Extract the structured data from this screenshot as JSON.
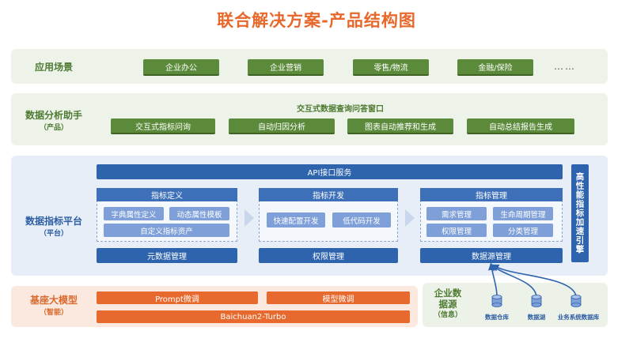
{
  "title": "联合解决方案-产品结构图",
  "scenarios": {
    "label": "应用场景",
    "items": [
      "企业办公",
      "企业营销",
      "零售/物流",
      "金融/保险"
    ],
    "more": "……"
  },
  "assistant": {
    "label": "数据分析助手",
    "sublabel": "（产品）",
    "window_title": "交互式数据查询问答窗口",
    "items": [
      "交互式指标问询",
      "自动归因分析",
      "图表自动推荐和生成",
      "自动总结报告生成"
    ]
  },
  "platform": {
    "label": "数据指标平台",
    "sublabel": "（平台）",
    "api": "API接口服务",
    "side": "高性能指标加速引擎",
    "define": {
      "head": "指标定义",
      "items": [
        "字典属性定义",
        "动态属性模板",
        "自定义指标资产"
      ]
    },
    "develop": {
      "head": "指标开发",
      "items": [
        "快速配置开发",
        "低代码开发"
      ]
    },
    "manage": {
      "head": "指标管理",
      "items": [
        "需求管理",
        "生命周期管理",
        "权限管理",
        "分类管理"
      ]
    },
    "bottom": [
      "元数据管理",
      "权限管理",
      "数据源管理"
    ]
  },
  "model": {
    "label": "基座大模型",
    "sublabel": "（智能）",
    "prompt": "Prompt微调",
    "finetune": "模型微调",
    "base": "Baichuan2-Turbo"
  },
  "datasource": {
    "label1": "企业数",
    "label2": "据源",
    "sublabel": "（信息）",
    "items": [
      "数据仓库",
      "数据湖",
      "业务系统数据库"
    ]
  },
  "colors": {
    "accent_orange": "#e8672a",
    "green": "#5b8a3a",
    "blue": "#2e63ad",
    "light_blue": "#7e9fd8"
  }
}
